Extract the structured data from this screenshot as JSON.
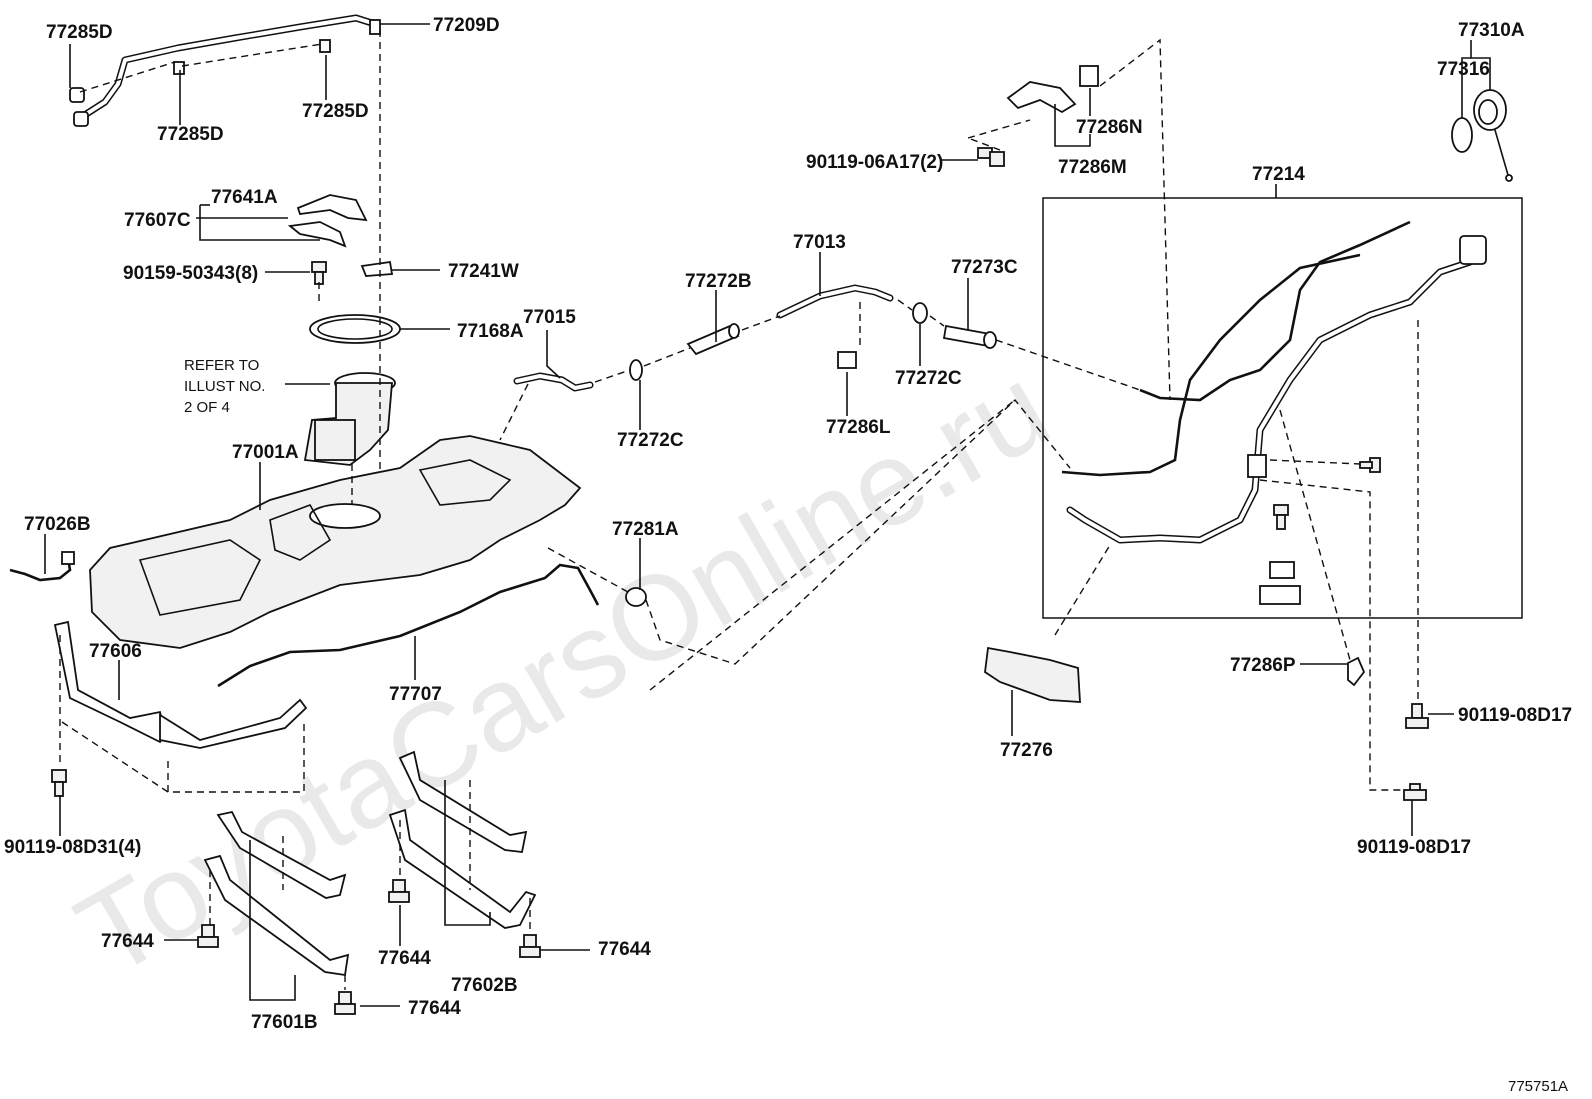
{
  "watermark": "ToyotaCarsOnline.ru",
  "labels": {
    "l77285D_a": "77285D",
    "l77209D": "77209D",
    "l77285D_b": "77285D",
    "l77285D_c": "77285D",
    "l77641A": "77641A",
    "l77607C": "77607C",
    "l90159": "90159-50343(8)",
    "l77241W": "77241W",
    "l77168A": "77168A",
    "l77015": "77015",
    "refer1": "REFER TO",
    "refer2": "ILLUST NO.",
    "refer3": "2 OF 4",
    "l77001A": "77001A",
    "l77026B": "77026B",
    "l77606": "77606",
    "l90119_08D31": "90119-08D31(4)",
    "l77644_a": "77644",
    "l77601B": "77601B",
    "l77644_b": "77644",
    "l77644_c": "77644",
    "l77602B": "77602B",
    "l77644_d": "77644",
    "l77707": "77707",
    "l77281A": "77281A",
    "l77272C_a": "77272C",
    "l77272B": "77272B",
    "l77013": "77013",
    "l77286L": "77286L",
    "l77273C": "77273C",
    "l77272C_b": "77272C",
    "l90119_06A17": "90119-06A17(2)",
    "l77286N": "77286N",
    "l77286M": "77286M",
    "l77310A": "77310A",
    "l77316": "77316",
    "l77214": "77214",
    "l77276": "77276",
    "l77286P": "77286P",
    "l90119_08D17_a": "90119-08D17",
    "l90119_08D17_b": "90119-08D17",
    "figure_id": "775751A"
  }
}
